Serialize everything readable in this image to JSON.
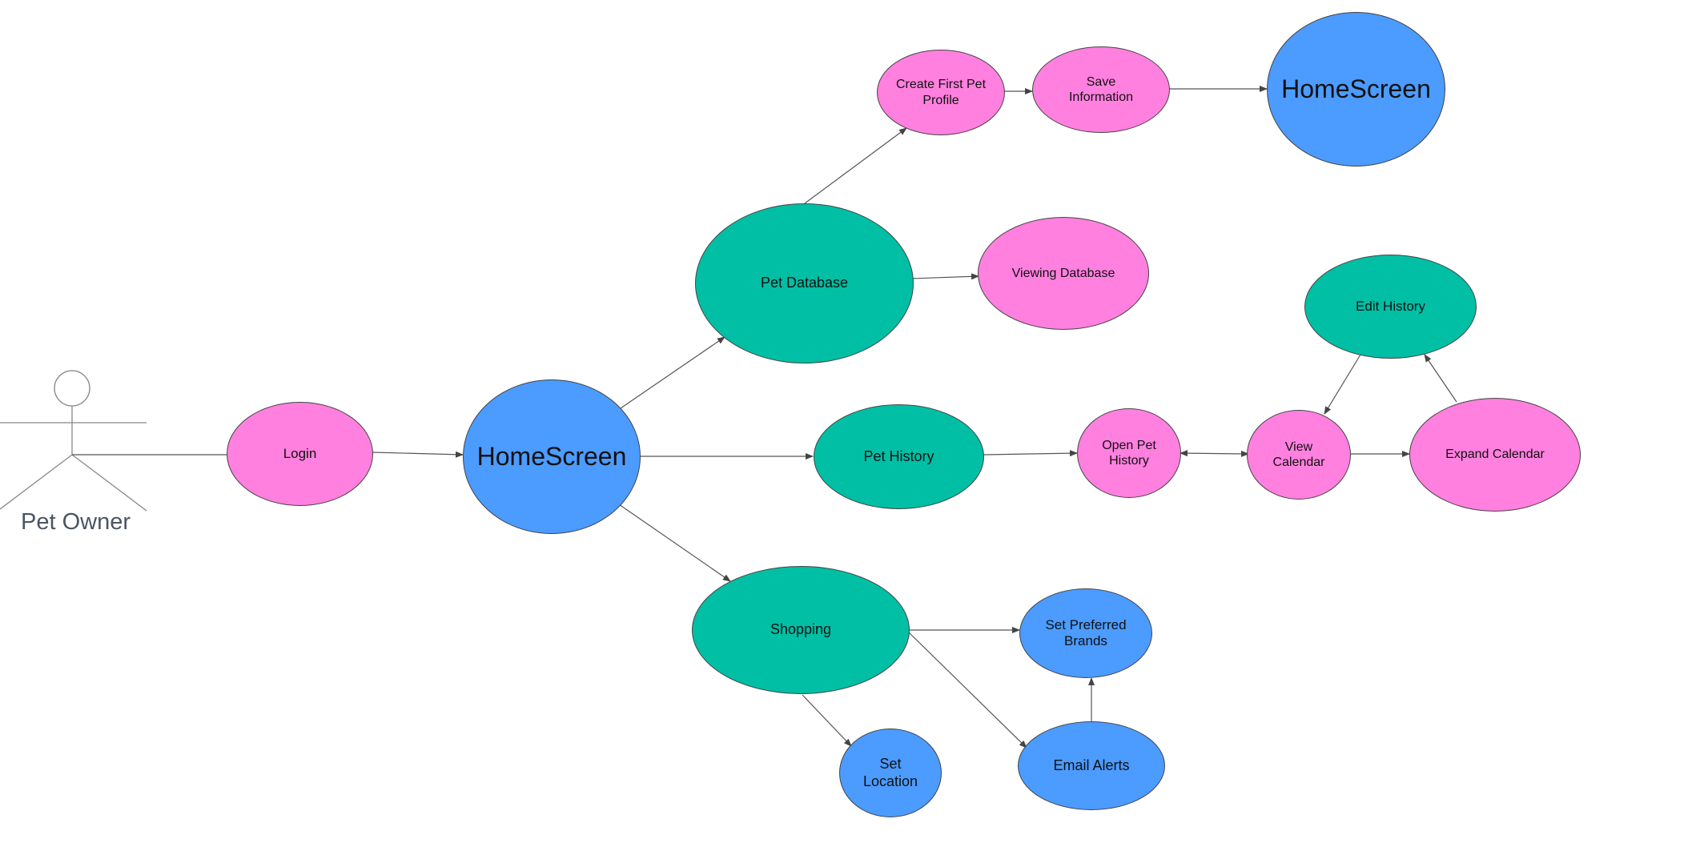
{
  "colors": {
    "pink": "#ff80df",
    "teal": "#00bfa5",
    "blue": "#4c9bff",
    "line": "#555555"
  },
  "actor": {
    "label": "Pet Owner"
  },
  "nodes": {
    "login": "Login",
    "home_main": "HomeScreen",
    "pet_database": "Pet Database",
    "create_first_pet_profile": "Create First Pet\nProfile",
    "save_information": "Save\nInformation",
    "home_top": "HomeScreen",
    "viewing_database": "Viewing Database",
    "pet_history": "Pet History",
    "open_pet_history": "Open Pet\nHistory",
    "view_calendar": "View\nCalendar",
    "expand_calendar": "Expand Calendar",
    "edit_history": "Edit History",
    "shopping": "Shopping",
    "set_preferred_brands": "Set Preferred\nBrands",
    "email_alerts": "Email Alerts",
    "set_location": "Set\nLocation"
  }
}
